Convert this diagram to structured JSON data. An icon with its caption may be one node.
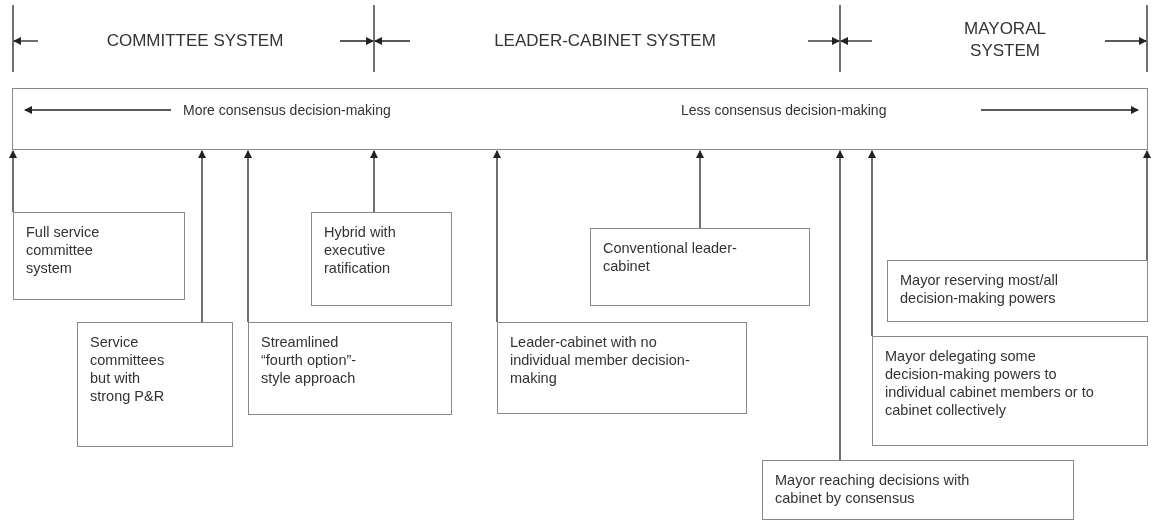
{
  "diagram": {
    "nodes": [
      {
        "text": [
          "More consensus decision-making",
          "Less consensus decision-making"
        ]
      },
      {
        "text": [
          "Full service committee system"
        ]
      },
      {
        "text": [
          "Service committees but with strong P&R"
        ]
      },
      {
        "text": [
          "Streamlined “fourth option”-style approach"
        ]
      },
      {
        "text": [
          "Hybrid with executive ratification"
        ]
      },
      {
        "text": [
          "Leader-cabinet with no individual member decision-making"
        ]
      },
      {
        "text": [
          "Conventional leader-cabinet"
        ]
      },
      {
        "text": [
          "Mayor reserving most/all decision-making powers"
        ]
      },
      {
        "text": [
          "Mayor delegating some decision-making powers to individual cabinet members or to cabinet collectively"
        ]
      },
      {
        "text": [
          "Mayor reaching decisions with cabinet by consensus"
        ]
      }
    ],
    "edges": [
      {
        "from": 1,
        "to": 0,
        "arrow": "to"
      },
      {
        "from": 2,
        "to": 0,
        "arrow": "to"
      },
      {
        "from": 3,
        "to": 0,
        "arrow": "to"
      },
      {
        "from": 4,
        "to": 0,
        "arrow": "to"
      },
      {
        "from": 5,
        "to": 0,
        "arrow": "to"
      },
      {
        "from": 6,
        "to": 0,
        "arrow": "to"
      },
      {
        "from": 7,
        "to": 0,
        "arrow": "to"
      },
      {
        "from": 8,
        "to": 0,
        "arrow": "to"
      },
      {
        "from": 9,
        "to": 0,
        "arrow": "to"
      }
    ],
    "labels": [
      "COMMITTEE SYSTEM",
      "LEADER-CABINET SYSTEM",
      "MAYORAL SYSTEM"
    ]
  }
}
